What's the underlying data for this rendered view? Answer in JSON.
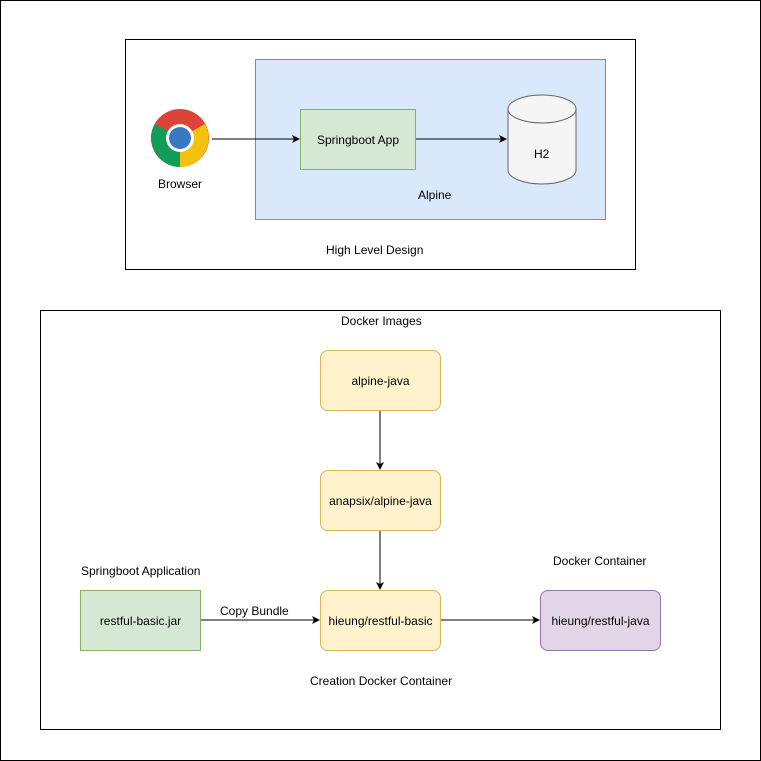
{
  "hld": {
    "browser_label": "Browser",
    "app_label": "Springboot App",
    "db_label": "H2",
    "region_label": "Alpine",
    "caption": "High Level Design"
  },
  "docker": {
    "title": "Docker Images",
    "node1": "alpine-java",
    "node2": "anapsix/alpine-java",
    "node3": "hieung/restful-basic",
    "node4": "hieung/restful-java",
    "jar": "restful-basic.jar",
    "jar_caption": "Springboot Application",
    "edge_label": "Copy Bundle",
    "container_caption": "Docker Container",
    "creation_caption": "Creation Docker Container"
  },
  "colors": {
    "green_fill": "#d5e8d4",
    "yellow_fill": "#fff2cc",
    "purple_fill": "#e1d5e7",
    "blue_fill": "#dae8fc",
    "db_fill": "#f5f5f5"
  },
  "icons": {
    "browser": "chrome-icon",
    "database": "cylinder-icon"
  }
}
